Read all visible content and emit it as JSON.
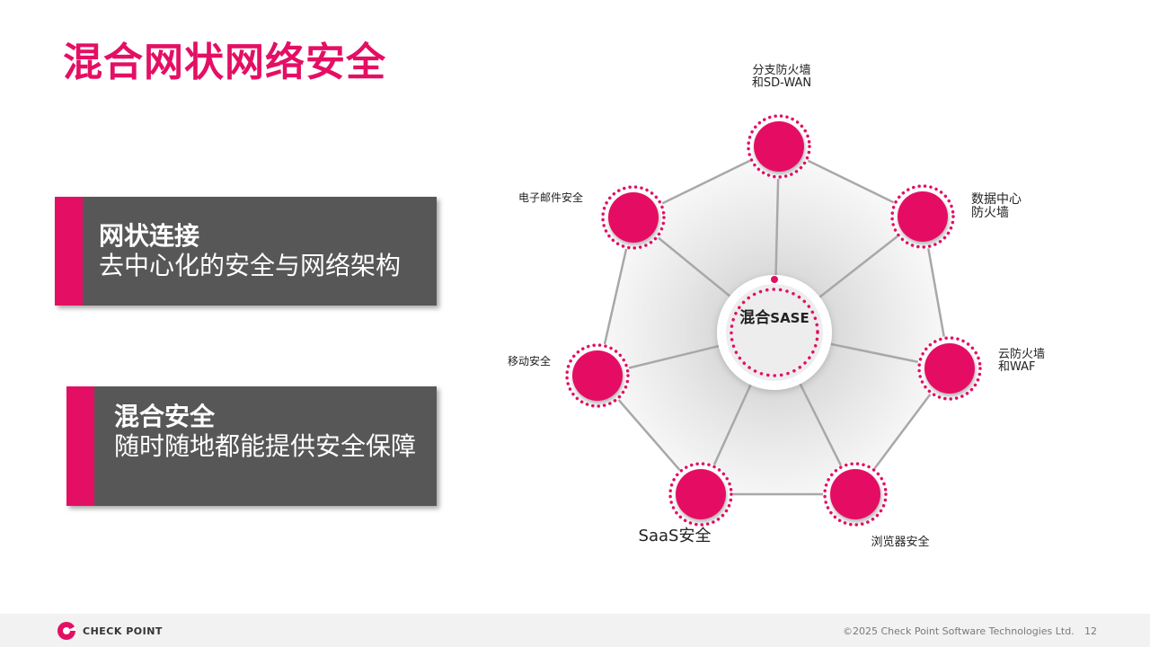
{
  "title": "混合网状网络安全",
  "callouts": [
    {
      "heading": "网状连接",
      "body": "去中心化的安全与网络架构"
    },
    {
      "heading": "混合安全",
      "body": "随时随地都能提供安全保障"
    }
  ],
  "diagram": {
    "center": {
      "bold": "混合",
      "rest": "SASE"
    },
    "nodes": [
      {
        "lines": [
          "分支防火墙",
          "和SD-WAN"
        ]
      },
      {
        "lines": [
          "数据中心",
          "防火墙"
        ]
      },
      {
        "lines": [
          "云防火墙",
          "和WAF"
        ]
      },
      {
        "lines": [
          "浏览器安全"
        ]
      },
      {
        "lines": [
          "SaaS安全"
        ]
      },
      {
        "lines": [
          "移动安全"
        ]
      },
      {
        "lines": [
          "电子邮件安全"
        ]
      }
    ]
  },
  "footer": {
    "brand": "CHECK POINT",
    "copyright": "©2025 Check Point Software Technologies Ltd.",
    "page_number": "12"
  },
  "colors": {
    "accent": "#e40f64",
    "callout_bg": "#575757",
    "connector": "#a8a8a8"
  }
}
